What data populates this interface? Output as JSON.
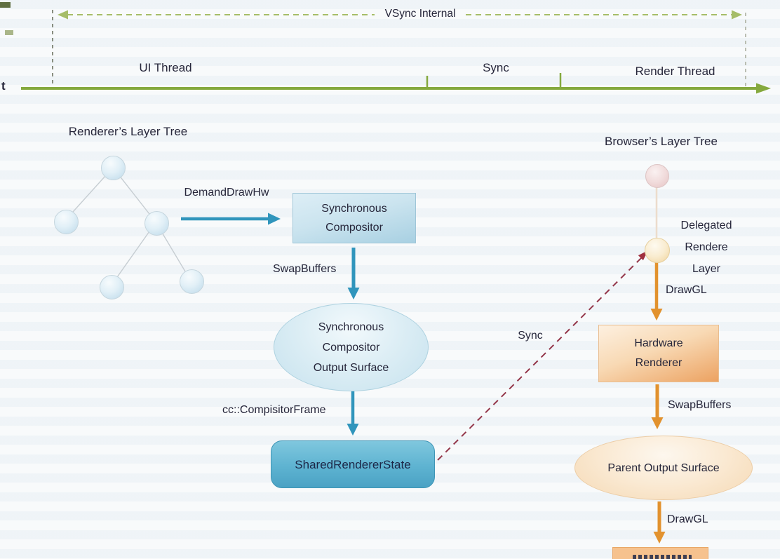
{
  "diagram": {
    "timeline": {
      "axis_label": "t",
      "vsync_label": "VSync Internal",
      "segments": {
        "ui_thread": "UI Thread",
        "sync": "Sync",
        "render_thread": "Render Thread"
      }
    },
    "renderer_side": {
      "tree_title": "Renderer’s Layer Tree",
      "demand_draw_hw": "DemandDrawHw",
      "compositor_box": {
        "line1": "Synchronous",
        "line2": "Compositor"
      },
      "swap_buffers": "SwapBuffers",
      "output_surface": {
        "line1": "Synchronous",
        "line2": "Compositor",
        "line3": "Output Surface"
      },
      "compositor_frame": "cc::CompisitorFrame",
      "shared_renderer_state": "SharedRendererState"
    },
    "sync_link_label": "Sync",
    "browser_side": {
      "tree_title": "Browser’s Layer Tree",
      "delegated_layer": {
        "line1": "Delegated",
        "line2": "Rendere",
        "line3": "Layer"
      },
      "draw_gl_top": "DrawGL",
      "hardware_renderer": {
        "line1": "Hardware",
        "line2": "Renderer"
      },
      "swap_buffers": "SwapBuffers",
      "parent_output_surface": "Parent Output Surface",
      "draw_gl_bottom": "DrawGL"
    },
    "colors": {
      "timeline_green": "#85a93e",
      "vsync_olive": "#a6bd68",
      "blue_arrow": "#3095bc",
      "orange_arrow": "#e2922e",
      "sync_dash_red": "#94374a",
      "shared_state_blue": "#5eb3d1",
      "compositor_box_blue": "#b9dbea",
      "hardware_box_orange": "#f3c693",
      "text": "#26263a"
    }
  }
}
